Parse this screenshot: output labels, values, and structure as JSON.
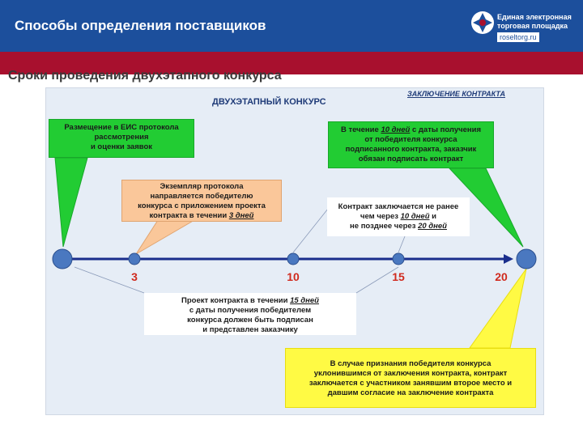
{
  "header": {
    "title": "Способы определения поставщиков",
    "logo": {
      "line1": "Единая электронная",
      "line2": "торговая площадка",
      "url": "roseltorg.ru"
    }
  },
  "subtitle": "Сроки проведения двухэтапного конкурса",
  "colors": {
    "header_bg": "#1c4f9c",
    "accent_red": "#a8102e",
    "timeline": "#1a2e8c",
    "tick_text": "#d02a1e",
    "green": "#22cc33",
    "peach": "#fac79a",
    "yellow": "#fffa44"
  },
  "diagram": {
    "title": "ДВУХЭТАПНЫЙ КОНКУРС",
    "contract_title": "ЗАКЛЮЧЕНИЕ КОНТРАКТА",
    "ticks": [
      "3",
      "10",
      "15",
      "20"
    ],
    "green_left": {
      "line1": "Размещение в ЕИС протокола",
      "line2": "рассмотрения",
      "line3": "и оценки заявок"
    },
    "green_right": {
      "line1_pre": "В течение ",
      "line1_em": "10 дней",
      "line1_post": " с даты получения",
      "line2": "от победителя конкурса",
      "line3": "подписанного контракта, заказчик",
      "line4": "обязан подписать контракт"
    },
    "peach": {
      "line1": "Экземпляр протокола",
      "line2": "направляется победителю",
      "line3": "конкурса с приложением проекта",
      "line4_pre": "контракта в течении ",
      "line4_em": "3 дней"
    },
    "white_right": {
      "line1": "Контракт заключается не ранее",
      "line2_pre": "чем через ",
      "line2_em": "10 дней",
      "line2_post": " и",
      "line3_pre": "не позднее через ",
      "line3_em": "20 дней"
    },
    "white_bottom": {
      "line1_pre": "Проект контракта в течении ",
      "line1_em": "15 дней",
      "line2": "с даты получения  победителем",
      "line3": "конкурса должен быть подписан",
      "line4": "и представлен заказчику"
    },
    "yellow": {
      "line1": "В случае признания победителя конкурса",
      "line2": "уклонившимся от заключения контракта, контракт",
      "line3": "заключается с участником занявшим второе место и",
      "line4": "давшим согласие на заключение контракта"
    }
  }
}
